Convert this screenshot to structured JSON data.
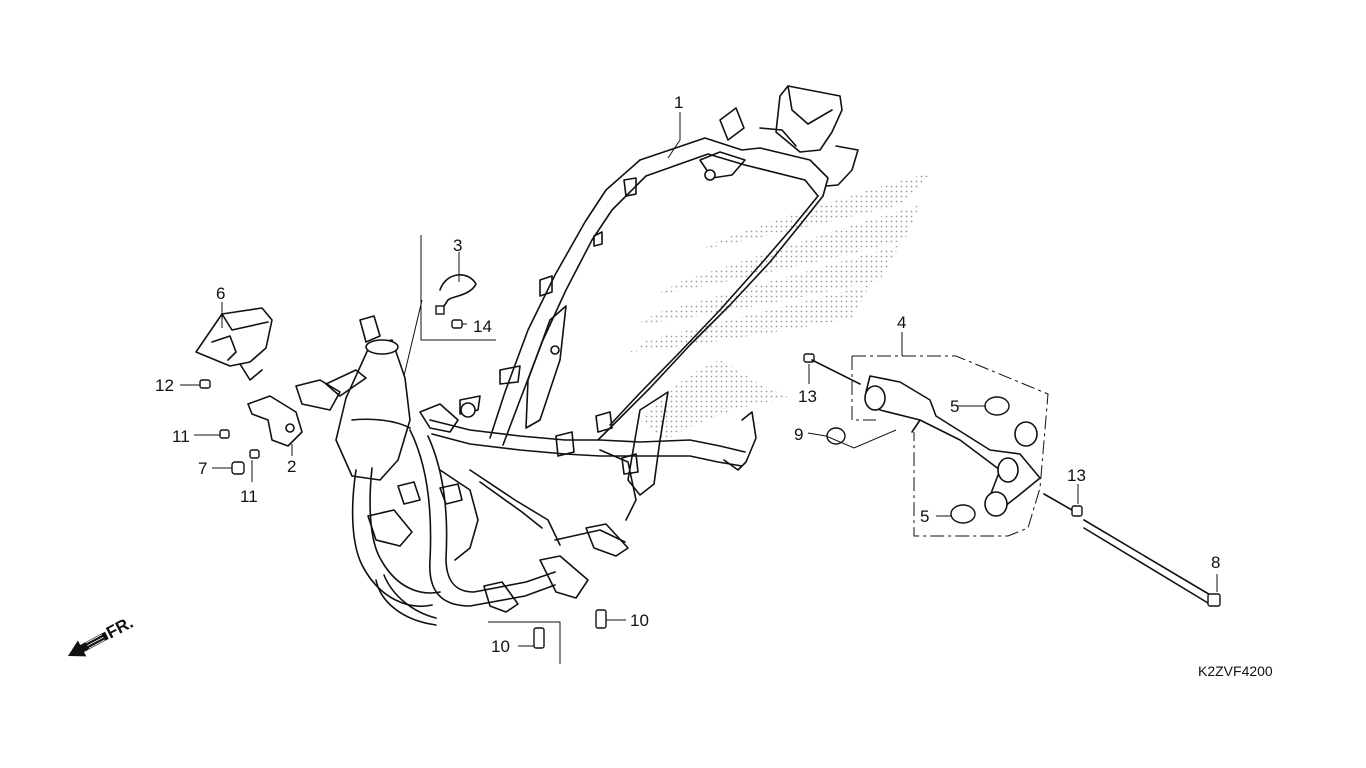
{
  "callouts": [
    {
      "id": "1",
      "text": "1"
    },
    {
      "id": "2",
      "text": "2"
    },
    {
      "id": "3",
      "text": "3"
    },
    {
      "id": "4",
      "text": "4"
    },
    {
      "id": "5a",
      "text": "5"
    },
    {
      "id": "5b",
      "text": "5"
    },
    {
      "id": "6",
      "text": "6"
    },
    {
      "id": "7",
      "text": "7"
    },
    {
      "id": "8",
      "text": "8"
    },
    {
      "id": "9",
      "text": "9"
    },
    {
      "id": "10a",
      "text": "10"
    },
    {
      "id": "10b",
      "text": "10"
    },
    {
      "id": "11a",
      "text": "11"
    },
    {
      "id": "11b",
      "text": "11"
    },
    {
      "id": "12",
      "text": "12"
    },
    {
      "id": "13a",
      "text": "13"
    },
    {
      "id": "13b",
      "text": "13"
    },
    {
      "id": "14",
      "text": "14"
    }
  ],
  "direction_label": "FR.",
  "diagram_code": "K2ZVF4200",
  "colors": {
    "line": "#111111",
    "background": "#ffffff",
    "watermark": "#9a9a9a"
  },
  "icons": [
    "front-direction-arrow-icon",
    "honda-wing-watermark"
  ]
}
